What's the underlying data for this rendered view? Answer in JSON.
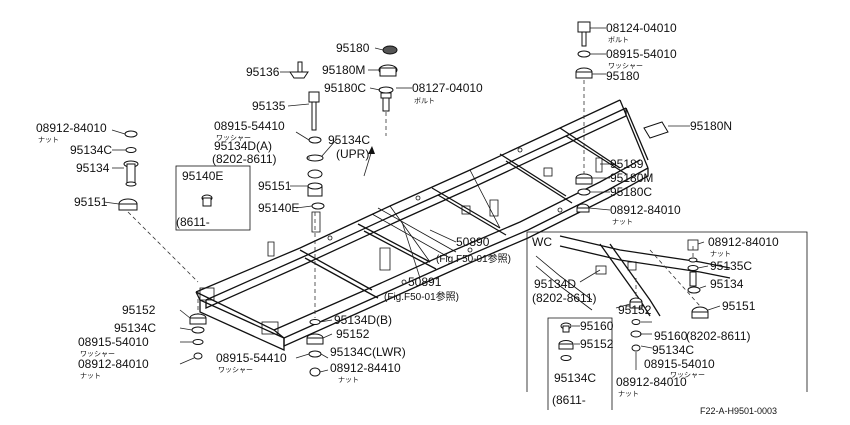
{
  "drawing_id": "F22-A-H9501-0003",
  "notes": {
    "bolt": "ボルト",
    "washer": "ワッシャー",
    "nut": "ナット"
  },
  "references": {
    "fig_50890": "(Fig.F50-01参照)",
    "fig_50891": "(Fig.F50-01参照)"
  },
  "labels": {
    "p95180": "95180",
    "p95136": "95136",
    "p95180M": "95180M",
    "p95180C": "95180C",
    "p08127": "08127-04010",
    "p95135": "95135",
    "p08915a": "08915-54410",
    "p95134DA": "95134D(A)",
    "p8202a": "(8202-8611)",
    "p95134C_upr": "95134C",
    "upr": "(UPR)",
    "p95151c": "95151",
    "p95140E": "95140E",
    "box95140E": "95140E",
    "box8611": "(8611-",
    "p08912a": "08912-84010",
    "p95134Ca": "95134C",
    "p95134": "95134",
    "p95151a": "95151",
    "p08124": "08124-04010",
    "p08915r": "08915-54010",
    "p95180r": "95180",
    "p95180N": "95180N",
    "p95189": "95189",
    "p95180Mr": "95180M",
    "p95180Cr": "95180C",
    "p08912r": "08912-84010",
    "p50890": "50890",
    "p50891": "50891",
    "p95152l": "95152",
    "p95134Cl": "95134C",
    "p08915l": "08915-54010",
    "p08912l": "08912-84010",
    "p95134DB": "95134D(B)",
    "p95152m": "95152",
    "p08915m": "08915-54410",
    "p95134Clwr": "95134C(LWR)",
    "p08912m": "08912-84410",
    "wc": "WC",
    "wc08912": "08912-84010",
    "wc95135C": "95135C",
    "wc95134": "95134",
    "wc95151": "95151",
    "wc95134D": "95134D",
    "wc8202": "(8202-8611)",
    "wc95152": "95152",
    "wc95160": "95160",
    "wc8202b": "(8202-8611)",
    "wc95134C": "95134C",
    "wc08915": "08915-54010",
    "wc08912b": "08912-84010",
    "in95160": "95160",
    "in95152": "95152",
    "in95134C": "95134C",
    "in8611": "(8611-"
  }
}
